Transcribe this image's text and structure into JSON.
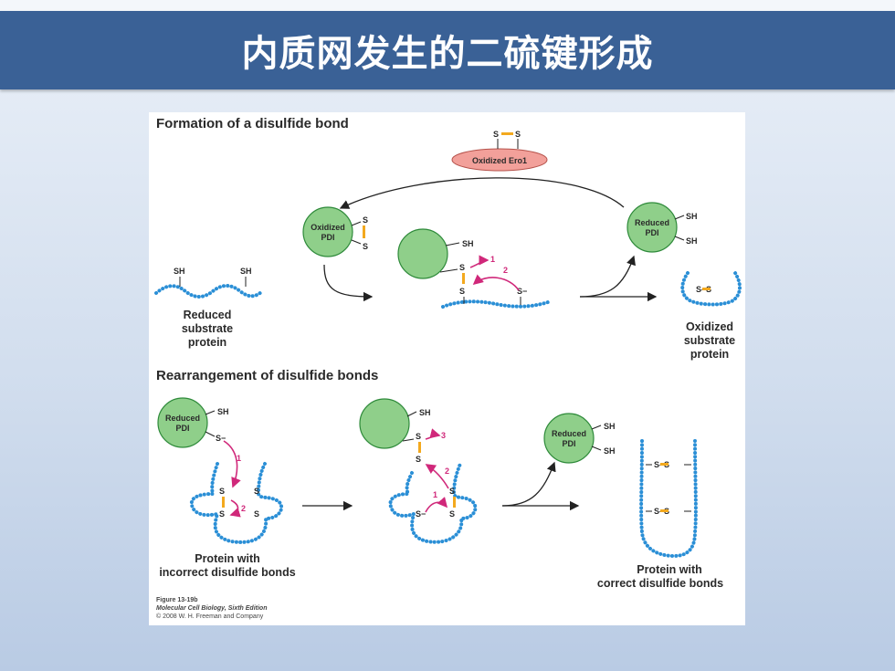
{
  "slide": {
    "title": "内质网发生的二硫键形成"
  },
  "figure": {
    "section1_title": "Formation of a disulfide bond",
    "section2_title": "Rearrangement of disulfide bonds",
    "ero1_label": "Oxidized Ero1",
    "oxidized_pdi": [
      "Oxidized",
      "PDI"
    ],
    "reduced_pdi": [
      "Reduced",
      "PDI"
    ],
    "reduced_substrate": [
      "Reduced",
      "substrate",
      "protein"
    ],
    "oxidized_substrate": [
      "Oxidized",
      "substrate",
      "protein"
    ],
    "incorrect_protein": [
      "Protein with",
      "incorrect disulfide bonds"
    ],
    "correct_protein": [
      "Protein with",
      "correct disulfide bonds"
    ],
    "chem": {
      "s": "S",
      "sh": "SH",
      "s_minus": "S−",
      "ss": "S–S"
    },
    "steps": [
      "1",
      "2",
      "3"
    ],
    "credit": {
      "figure_no": "Figure 13-19b",
      "book": "Molecular Cell Biology, Sixth Edition",
      "copyright": "© 2008 W. H. Freeman and Company"
    },
    "colors": {
      "protein_chain": "#2b8fd6",
      "pdi": "#8fcf8a",
      "ero1": "#f2a09a",
      "bond": "#f3a91e",
      "arrow_step": "#d0287a"
    }
  }
}
